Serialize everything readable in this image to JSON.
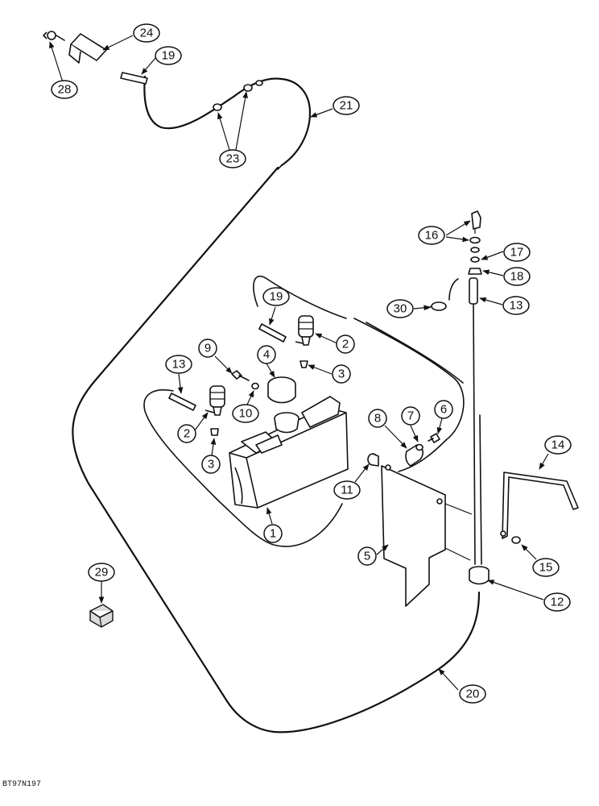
{
  "diagram": {
    "figure_code": "BT97N197",
    "callouts": [
      "24",
      "19",
      "28",
      "21",
      "23",
      "16",
      "17",
      "18",
      "13",
      "30",
      "19",
      "2",
      "9",
      "4",
      "3",
      "13",
      "10",
      "2",
      "3",
      "8",
      "7",
      "6",
      "14",
      "11",
      "1",
      "5",
      "15",
      "12",
      "29",
      "20"
    ]
  }
}
